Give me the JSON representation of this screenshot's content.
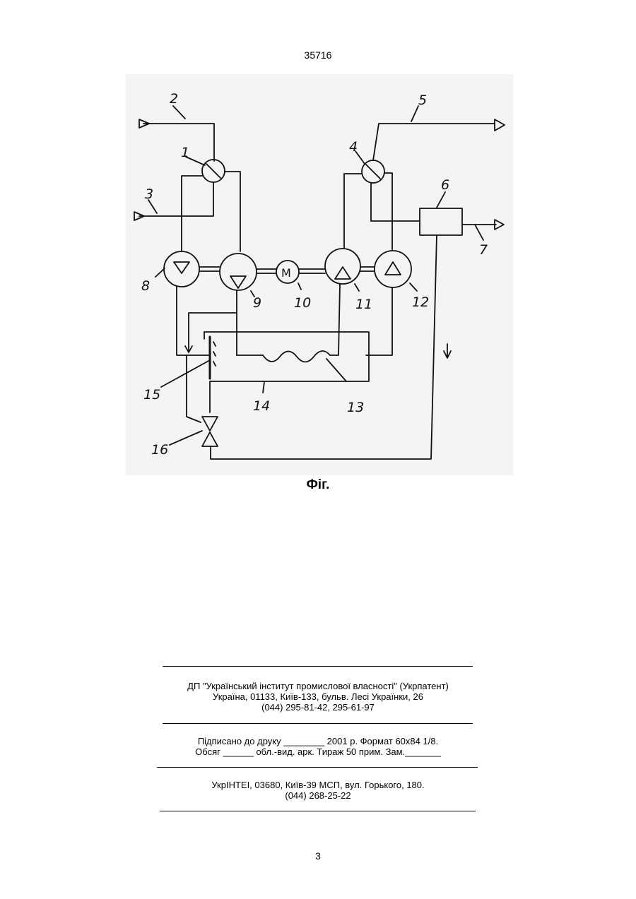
{
  "header": {
    "patent_number": "35716"
  },
  "figure": {
    "caption": "Фіг.",
    "labels": [
      "1",
      "2",
      "3",
      "4",
      "5",
      "6",
      "7",
      "8",
      "9",
      "10",
      "11",
      "12",
      "13",
      "14",
      "15",
      "16"
    ],
    "motor_label": "M"
  },
  "imprint": {
    "publisher_line1": "ДП \"Український інститут промислової власності\" (Укрпатент)",
    "publisher_line2": "Україна, 01133, Київ-133, бульв. Лесі Українки, 26",
    "publisher_line3": "(044) 295-81-42, 295-61-97",
    "print_line1": "Підписано до друку ________ 2001 р.    Формат 60х84 1/8.",
    "print_line2": "Обсяг ______ обл.-вид. арк.   Тираж 50 прим.    Зам._______",
    "printer_line1": "УкрІНТЕІ, 03680, Київ-39 МСП, вул. Горького, 180.",
    "printer_line2": "(044) 268-25-22"
  },
  "footer": {
    "page_number": "3"
  }
}
